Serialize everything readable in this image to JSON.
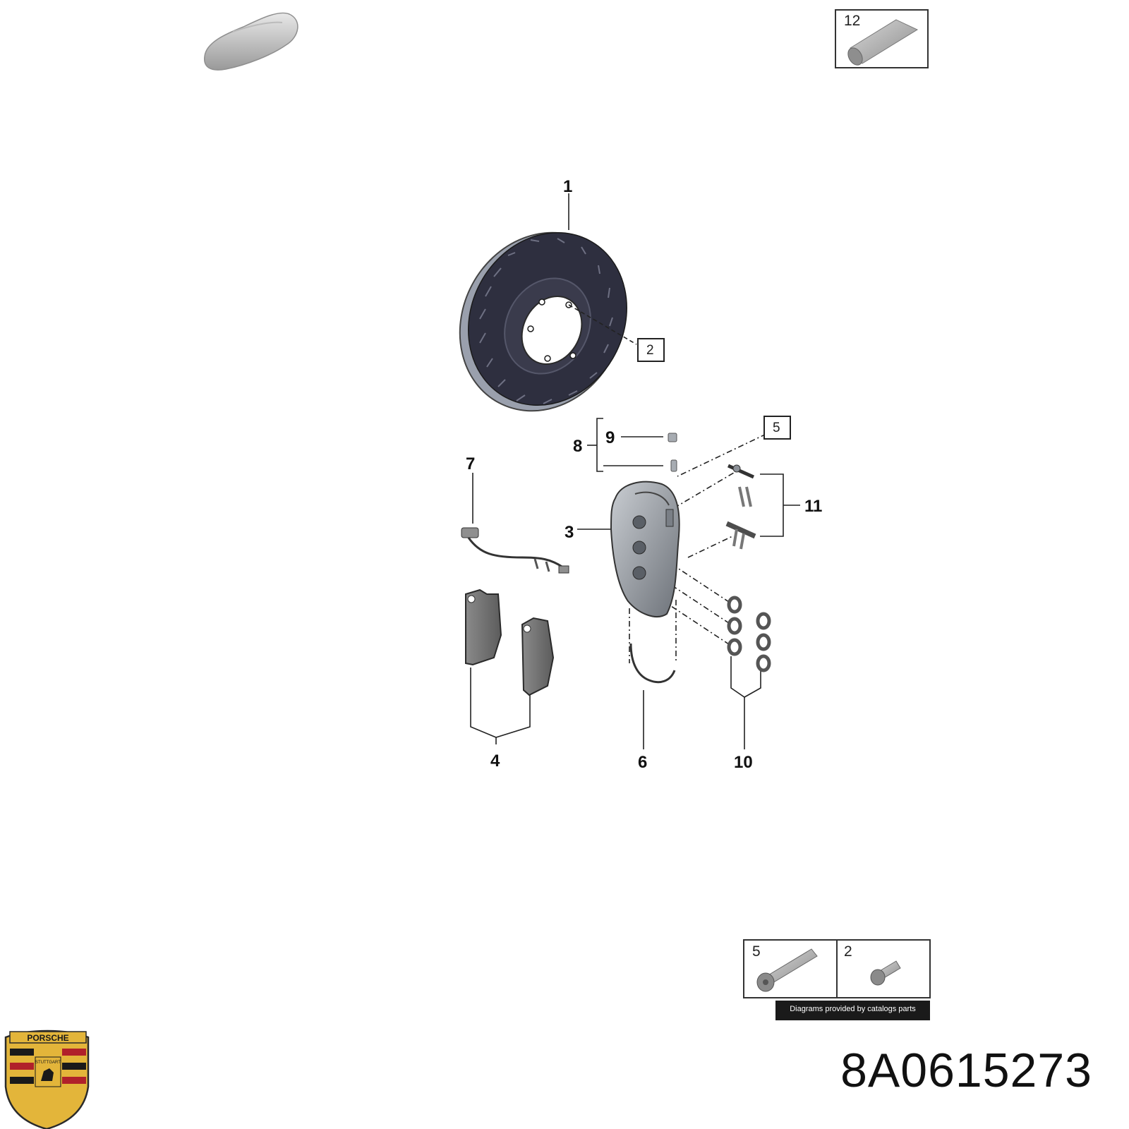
{
  "callouts": {
    "c1": "1",
    "c2": "2",
    "c3": "3",
    "c4": "4",
    "c5": "5",
    "c6": "6",
    "c7": "7",
    "c8": "8",
    "c9": "9",
    "c10": "10",
    "c11": "11",
    "c12": "12"
  },
  "insets": {
    "top_box_number": "12",
    "bottom_left_number": "5",
    "bottom_right_number": "2"
  },
  "credit": "Diagrams provided by catalogs parts",
  "part_number": "8A0615273",
  "logo": {
    "icon": "porsche-crest-icon",
    "text_top": "PORSCHE",
    "text_center": "STUTTGART"
  },
  "colors": {
    "disc": "#2e2f3f",
    "caliper": "#9aa0a8",
    "line": "#222222"
  }
}
